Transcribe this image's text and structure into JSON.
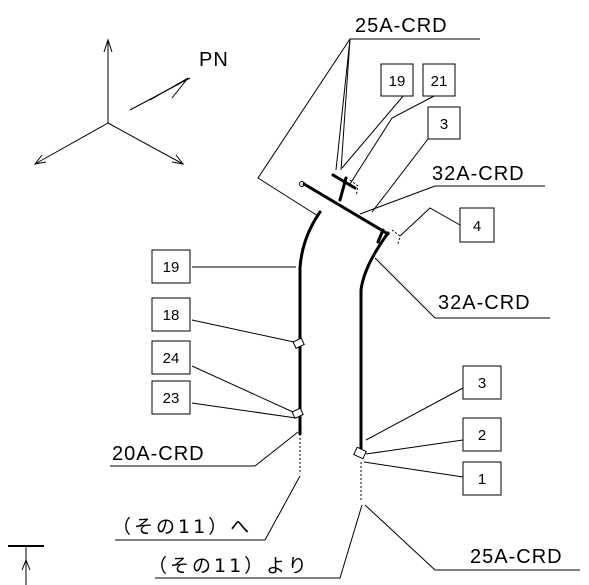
{
  "axes": {
    "north_label": "PN"
  },
  "pipe_labels": {
    "top": "25A-CRD",
    "upper_right": "32A-CRD",
    "right": "32A-CRD",
    "left_bottom": "20A-CRD",
    "right_bottom": "25A-CRD"
  },
  "captions": {
    "to": "（その11）へ",
    "from": "（その11）より"
  },
  "callouts": {
    "c19_top": "19",
    "c21": "21",
    "c3_top": "3",
    "c4": "4",
    "c19_left": "19",
    "c18": "18",
    "c24": "24",
    "c23": "23",
    "c3_right": "3",
    "c2": "2",
    "c1": "1"
  }
}
